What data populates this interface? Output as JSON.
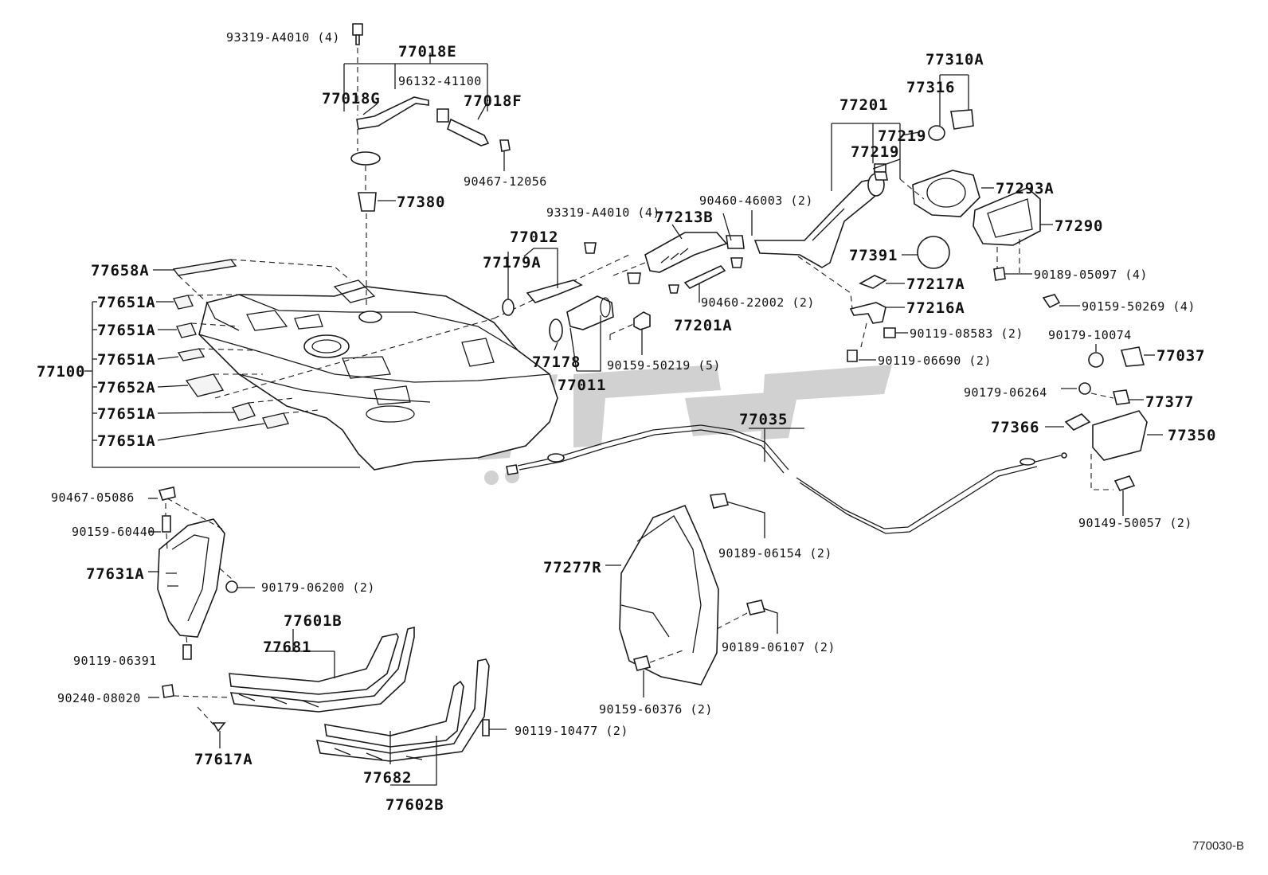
{
  "diagram": {
    "reference_code": "770030-B"
  },
  "parts": [
    {
      "id": "93319-A4010 (4)",
      "size": "small"
    },
    {
      "id": "77018E",
      "size": "big"
    },
    {
      "id": "96132-41100",
      "size": "small"
    },
    {
      "id": "77018G",
      "size": "big"
    },
    {
      "id": "77018F",
      "size": "big"
    },
    {
      "id": "90467-12056",
      "size": "small"
    },
    {
      "id": "77380",
      "size": "big"
    },
    {
      "id": "77658A",
      "size": "big"
    },
    {
      "id": "77651A",
      "size": "big"
    },
    {
      "id": "77651A",
      "size": "big"
    },
    {
      "id": "77651A",
      "size": "big"
    },
    {
      "id": "77652A",
      "size": "big"
    },
    {
      "id": "77651A",
      "size": "big"
    },
    {
      "id": "77651A",
      "size": "big"
    },
    {
      "id": "77100",
      "size": "big"
    },
    {
      "id": "93319-A4010 (4)",
      "size": "small"
    },
    {
      "id": "77012",
      "size": "big"
    },
    {
      "id": "77179A",
      "size": "big"
    },
    {
      "id": "77178",
      "size": "big"
    },
    {
      "id": "77011",
      "size": "big"
    },
    {
      "id": "77213B",
      "size": "big"
    },
    {
      "id": "90460-46003 (2)",
      "size": "small"
    },
    {
      "id": "90460-22002 (2)",
      "size": "small"
    },
    {
      "id": "77201A",
      "size": "big"
    },
    {
      "id": "90159-50219 (5)",
      "size": "small"
    },
    {
      "id": "77201",
      "size": "big"
    },
    {
      "id": "77219",
      "size": "big"
    },
    {
      "id": "77219",
      "size": "big"
    },
    {
      "id": "77310A",
      "size": "big"
    },
    {
      "id": "77316",
      "size": "big"
    },
    {
      "id": "77293A",
      "size": "big"
    },
    {
      "id": "77290",
      "size": "big"
    },
    {
      "id": "77391",
      "size": "big"
    },
    {
      "id": "77217A",
      "size": "big"
    },
    {
      "id": "77216A",
      "size": "big"
    },
    {
      "id": "90119-08583 (2)",
      "size": "small"
    },
    {
      "id": "90119-06690 (2)",
      "size": "small"
    },
    {
      "id": "90189-05097 (4)",
      "size": "small"
    },
    {
      "id": "90159-50269 (4)",
      "size": "small"
    },
    {
      "id": "90179-10074",
      "size": "small"
    },
    {
      "id": "77037",
      "size": "big"
    },
    {
      "id": "90179-06264",
      "size": "small"
    },
    {
      "id": "77377",
      "size": "big"
    },
    {
      "id": "77366",
      "size": "big"
    },
    {
      "id": "77350",
      "size": "big"
    },
    {
      "id": "90149-50057 (2)",
      "size": "small"
    },
    {
      "id": "77035",
      "size": "big"
    },
    {
      "id": "90467-05086",
      "size": "small"
    },
    {
      "id": "90159-60440",
      "size": "small"
    },
    {
      "id": "77631A",
      "size": "big"
    },
    {
      "id": "90179-06200 (2)",
      "size": "small"
    },
    {
      "id": "90119-06391",
      "size": "small"
    },
    {
      "id": "77601B",
      "size": "big"
    },
    {
      "id": "77681",
      "size": "big"
    },
    {
      "id": "90240-08020",
      "size": "small"
    },
    {
      "id": "77617A",
      "size": "big"
    },
    {
      "id": "77682",
      "size": "big"
    },
    {
      "id": "77602B",
      "size": "big"
    },
    {
      "id": "90119-10477 (2)",
      "size": "small"
    },
    {
      "id": "77277R",
      "size": "big"
    },
    {
      "id": "90189-06154 (2)",
      "size": "small"
    },
    {
      "id": "90189-06107 (2)",
      "size": "small"
    },
    {
      "id": "90159-60376 (2)",
      "size": "small"
    }
  ]
}
